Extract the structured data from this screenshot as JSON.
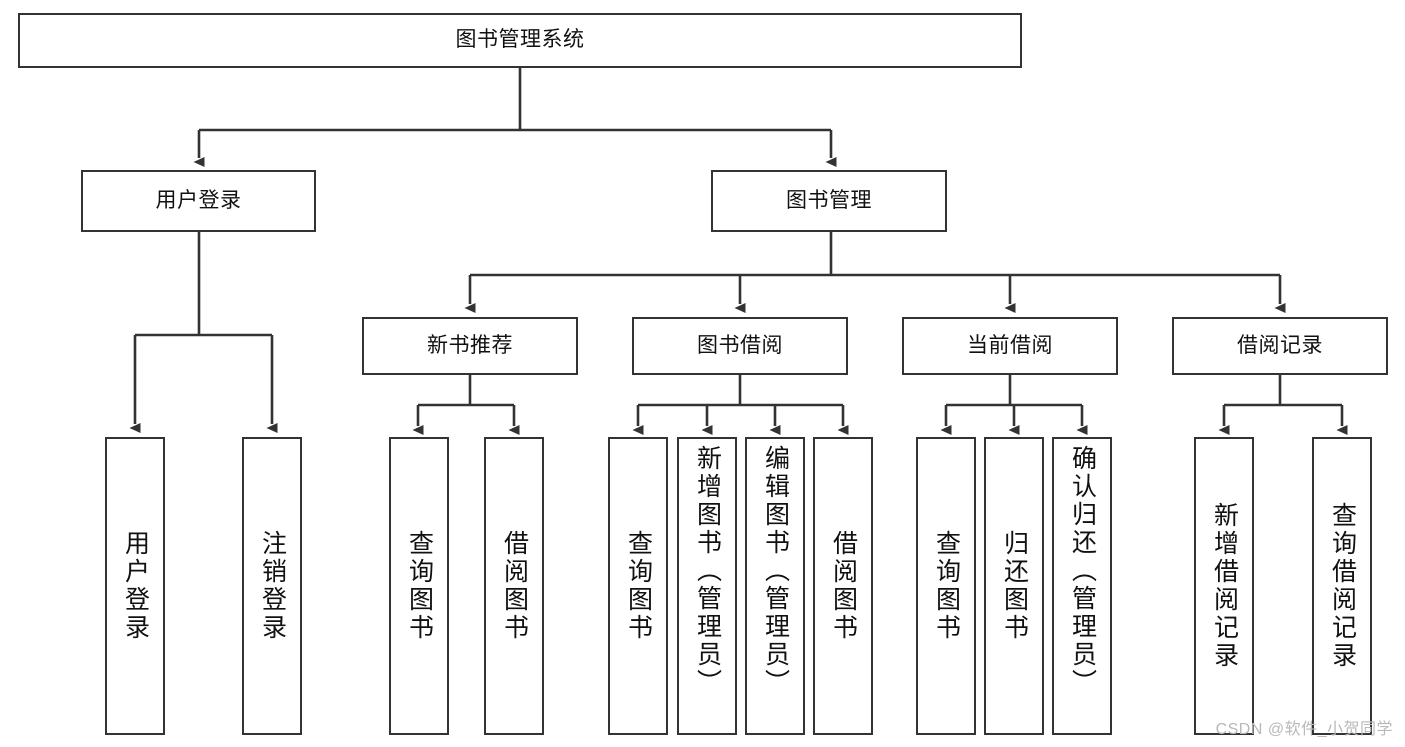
{
  "diagram": {
    "title": "图书管理系统",
    "type": "hierarchy-tree",
    "levels": 4,
    "root": {
      "id": "root",
      "label": "图书管理系统",
      "orientation": "horizontal"
    },
    "level2": [
      {
        "id": "user-login",
        "label": "用户登录",
        "orientation": "horizontal"
      },
      {
        "id": "book-management",
        "label": "图书管理",
        "orientation": "horizontal"
      }
    ],
    "level3": [
      {
        "id": "new-book-recommend",
        "label": "新书推荐",
        "orientation": "horizontal"
      },
      {
        "id": "book-borrow",
        "label": "图书借阅",
        "orientation": "horizontal"
      },
      {
        "id": "current-borrow",
        "label": "当前借阅",
        "orientation": "horizontal"
      },
      {
        "id": "borrow-record",
        "label": "借阅记录",
        "orientation": "horizontal"
      }
    ],
    "leaves": {
      "user-login": [
        {
          "id": "leaf-user-login",
          "label": "用户登录",
          "orientation": "vertical"
        },
        {
          "id": "leaf-user-logout",
          "label": "注销登录",
          "orientation": "vertical"
        }
      ],
      "new-book-recommend": [
        {
          "id": "leaf-query-book-1",
          "label": "查询图书",
          "orientation": "vertical"
        },
        {
          "id": "leaf-borrow-book-1",
          "label": "借阅图书",
          "orientation": "vertical"
        }
      ],
      "book-borrow": [
        {
          "id": "leaf-query-book-2",
          "label": "查询图书",
          "orientation": "vertical"
        },
        {
          "id": "leaf-add-book",
          "label": "新增图书（管理员）",
          "orientation": "vertical"
        },
        {
          "id": "leaf-edit-book",
          "label": "编辑图书（管理员）",
          "orientation": "vertical"
        },
        {
          "id": "leaf-borrow-book-2",
          "label": "借阅图书",
          "orientation": "vertical"
        }
      ],
      "current-borrow": [
        {
          "id": "leaf-query-book-3",
          "label": "查询图书",
          "orientation": "vertical"
        },
        {
          "id": "leaf-return-book",
          "label": "归还图书",
          "orientation": "vertical"
        },
        {
          "id": "leaf-confirm-return",
          "label": "确认归还（管理员）",
          "orientation": "vertical"
        }
      ],
      "borrow-record": [
        {
          "id": "leaf-add-record",
          "label": "新增借阅记录",
          "orientation": "vertical"
        },
        {
          "id": "leaf-query-record",
          "label": "查询借阅记录",
          "orientation": "vertical"
        }
      ]
    }
  },
  "watermark": {
    "text": "CSDN @软件_小贺同学"
  },
  "colors": {
    "box_border": "#333333",
    "box_fill": "#ffffff",
    "connector": "#333333",
    "text": "#111111",
    "watermark": "#b9b9b9",
    "background": "#ffffff"
  }
}
